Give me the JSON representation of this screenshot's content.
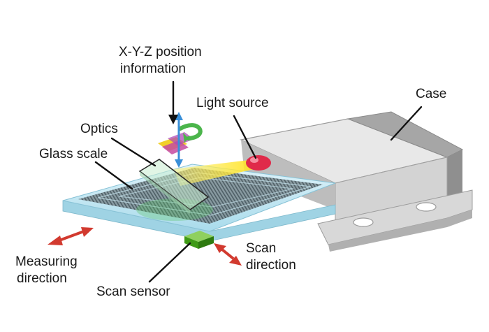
{
  "labels": {
    "xyz_line1": "X-Y-Z position",
    "xyz_line2": "information",
    "light_source": "Light source",
    "case": "Case",
    "optics": "Optics",
    "glass_scale": "Glass scale",
    "measuring_line1": "Measuring",
    "measuring_line2": "direction",
    "scan_line1": "Scan",
    "scan_line2": "direction",
    "scan_sensor": "Scan sensor"
  },
  "colors": {
    "arrow_red": "#d23a2f",
    "light_source_red": "#e02a4a",
    "light_beam": "#ffd400",
    "sensor_green": "#3f9a16",
    "glass": "#bfe6f3",
    "case_light": "#e6e6e6",
    "case_dark": "#9b9b9b",
    "xyz_green": "#4bb54b",
    "xyz_blue": "#3a8fd8",
    "xyz_magenta": "#c64aa0",
    "xyz_yellow": "#f1d02a"
  },
  "icons": [
    "measuring-direction-arrow-icon",
    "scan-direction-arrow-icon",
    "xyz-axes-icon",
    "light-source-icon"
  ]
}
